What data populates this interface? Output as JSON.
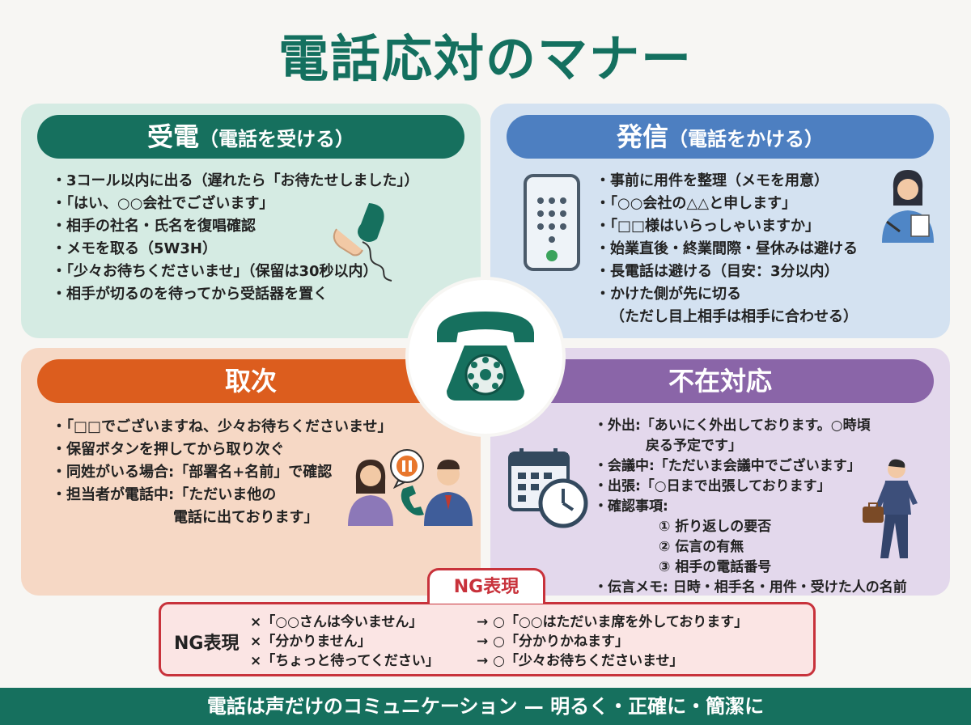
{
  "title": "電話応対のマナー",
  "receiving": {
    "heading": "受電",
    "sub": "（電話を受ける）",
    "items": [
      "3コール以内に出る（遅れたら「お待たせしました」）",
      "「はい、○○会社でございます」",
      "相手の社名・氏名を復唱確認",
      "メモを取る（5W3H）",
      "「少々お待ちくださいませ」（保留は30秒以内）",
      "相手が切るのを待ってから受話器を置く"
    ]
  },
  "calling": {
    "heading": "発信",
    "sub": "（電話をかける）",
    "items": [
      "事前に用件を整理（メモを用意）",
      "「○○会社の△△と申します」",
      "「□□様はいらっしゃいますか」",
      "始業直後・終業間際・昼休みは避ける",
      "長電話は避ける（目安：3分以内）",
      "かけた側が先に切る"
    ],
    "item_cont": "（ただし目上相手は相手に合わせる）"
  },
  "relay": {
    "heading": "取次",
    "items": [
      "「□□でございますね、少々お待ちくださいませ」",
      "保留ボタンを押してから取り次ぐ",
      "同姓がいる場合:「部署名+名前」で確認",
      "担当者が電話中:「ただいま他の"
    ],
    "item_cont": "電話に出ております」"
  },
  "absent": {
    "heading": "不在対応",
    "item_out": "外出:「あいにく外出しております。○時頃",
    "item_out_cont": "戻る予定です」",
    "item_meeting": "会議中:「ただいま会議中でございます」",
    "item_trip": "出張:「○日まで出張しております」",
    "item_check": "確認事項:",
    "checks": [
      "① 折り返しの要否",
      "② 伝言の有無",
      "③ 相手の電話番号"
    ],
    "item_memo": "伝言メモ: 日時・相手名・用件・受けた人の名前"
  },
  "ng": {
    "tab": "NG表現",
    "label": "NG表現",
    "rows": [
      {
        "bad": "×「○○さんは今いません」",
        "good": "→ ○「○○はただいま席を外しております」"
      },
      {
        "bad": "×「分かりません」",
        "good": "→ ○「分かりかねます」"
      },
      {
        "bad": "×「ちょっと待ってください」",
        "good": "→ ○「少々お待ちくださいませ」"
      }
    ]
  },
  "footer": "電話は声だけのコミュニケーション — 明るく・正確に・簡潔に",
  "colors": {
    "green": "#16705e",
    "blue": "#4d7fc1",
    "orange": "#dc5d1e",
    "purple": "#8a65a8",
    "ng_red": "#c8323b"
  },
  "icons": [
    "handset-icon",
    "smartphone-icon",
    "woman-memo-icon",
    "rotary-phone-icon",
    "colleagues-icon",
    "hold-icon",
    "calendar-clock-icon",
    "businessman-icon"
  ]
}
